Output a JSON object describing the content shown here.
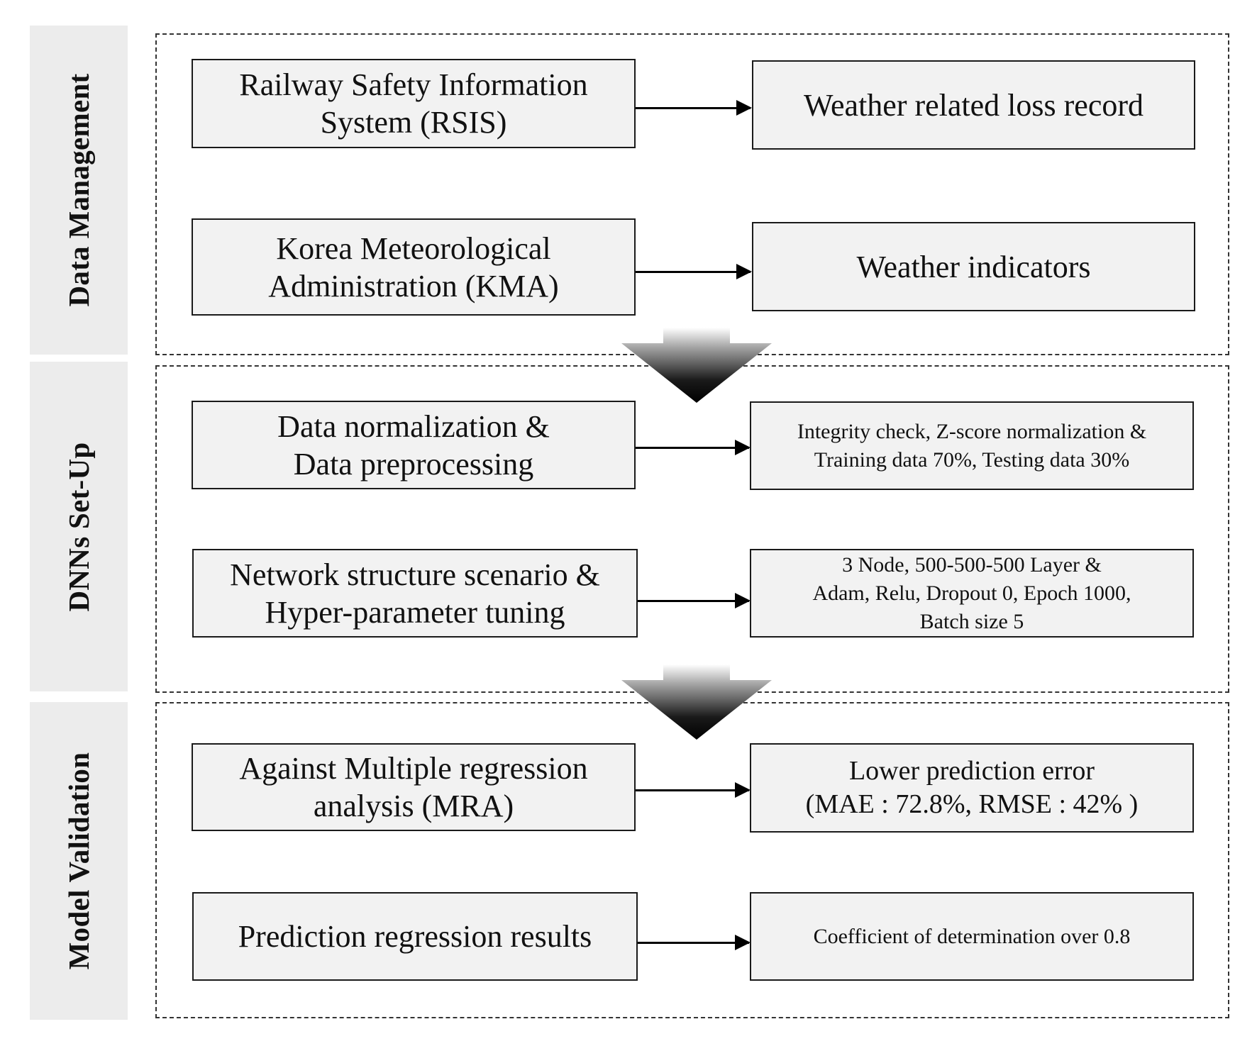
{
  "phases": [
    {
      "label": "Data Management",
      "rows": [
        {
          "source": "Railway Safety Information\nSystem (RSIS)",
          "result": "Weather related loss record"
        },
        {
          "source": "Korea Meteorological\nAdministration (KMA)",
          "result": "Weather indicators"
        }
      ]
    },
    {
      "label": "DNNs  Set-Up",
      "rows": [
        {
          "source": "Data normalization &\nData preprocessing",
          "result": "Integrity check, Z-score normalization &\nTraining data 70%, Testing data 30%"
        },
        {
          "source": "Network structure scenario &\nHyper-parameter tuning",
          "result": "3 Node, 500-500-500 Layer &\nAdam, Relu, Dropout 0, Epoch 1000,\nBatch size 5"
        }
      ]
    },
    {
      "label": "Model Validation",
      "rows": [
        {
          "source": "Against Multiple regression\nanalysis (MRA)",
          "result": "Lower prediction error\n(MAE : 72.8%, RMSE : 42% )"
        },
        {
          "source": "Prediction regression results",
          "result": "Coefficient of determination over 0.8"
        }
      ]
    }
  ],
  "colors": {
    "box_fill": "#f2f2f2",
    "side_tab_fill": "#ececec",
    "flow_arrow_gradient": [
      "#ffffff",
      "#000000"
    ]
  }
}
